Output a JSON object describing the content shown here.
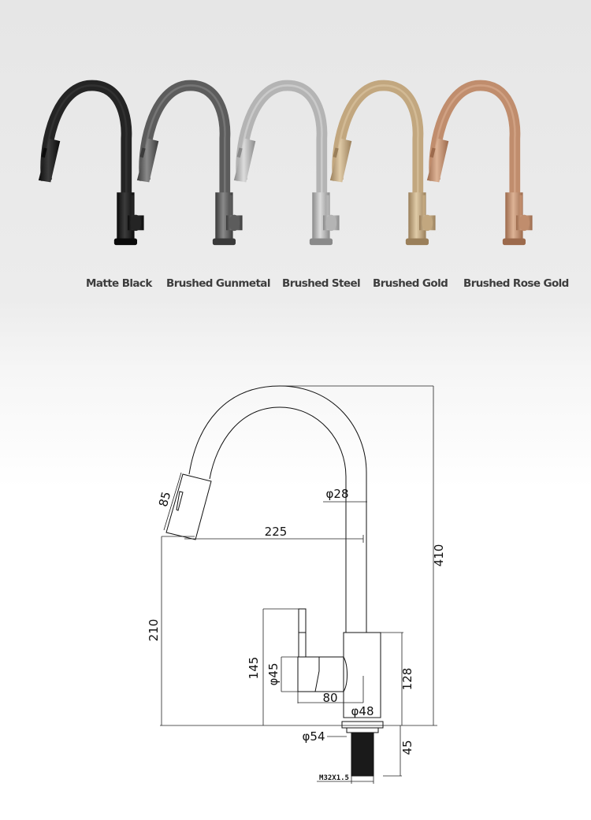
{
  "finishes": [
    {
      "name": "Matte Black",
      "color_dark": "#0b0b0b",
      "color_mid": "#242424",
      "color_light": "#3c3c3c"
    },
    {
      "name": "Brushed Gunmetal",
      "color_dark": "#3a3a3a",
      "color_mid": "#5c5c5c",
      "color_light": "#8a8a8a"
    },
    {
      "name": "Brushed Steel",
      "color_dark": "#8a8a8a",
      "color_mid": "#b4b4b4",
      "color_light": "#dcdcdc"
    },
    {
      "name": "Brushed Gold",
      "color_dark": "#9a7f5a",
      "color_mid": "#c2a77f",
      "color_light": "#e0cba8"
    },
    {
      "name": "Brushed Rose Gold",
      "color_dark": "#9c6a4c",
      "color_mid": "#c08d6d",
      "color_light": "#ddb396"
    }
  ],
  "dimensions": {
    "total_height": "410",
    "spout_reach": "225",
    "spout_clearance": "210",
    "spray_head_length": "85",
    "spout_diameter": "φ28",
    "handle_height": "145",
    "handle_diameter": "φ45",
    "handle_reach": "80",
    "body_diameter": "φ48",
    "body_height": "128",
    "base_diameter": "φ54",
    "shank_length": "45",
    "thread_spec": "M32X1.5"
  }
}
